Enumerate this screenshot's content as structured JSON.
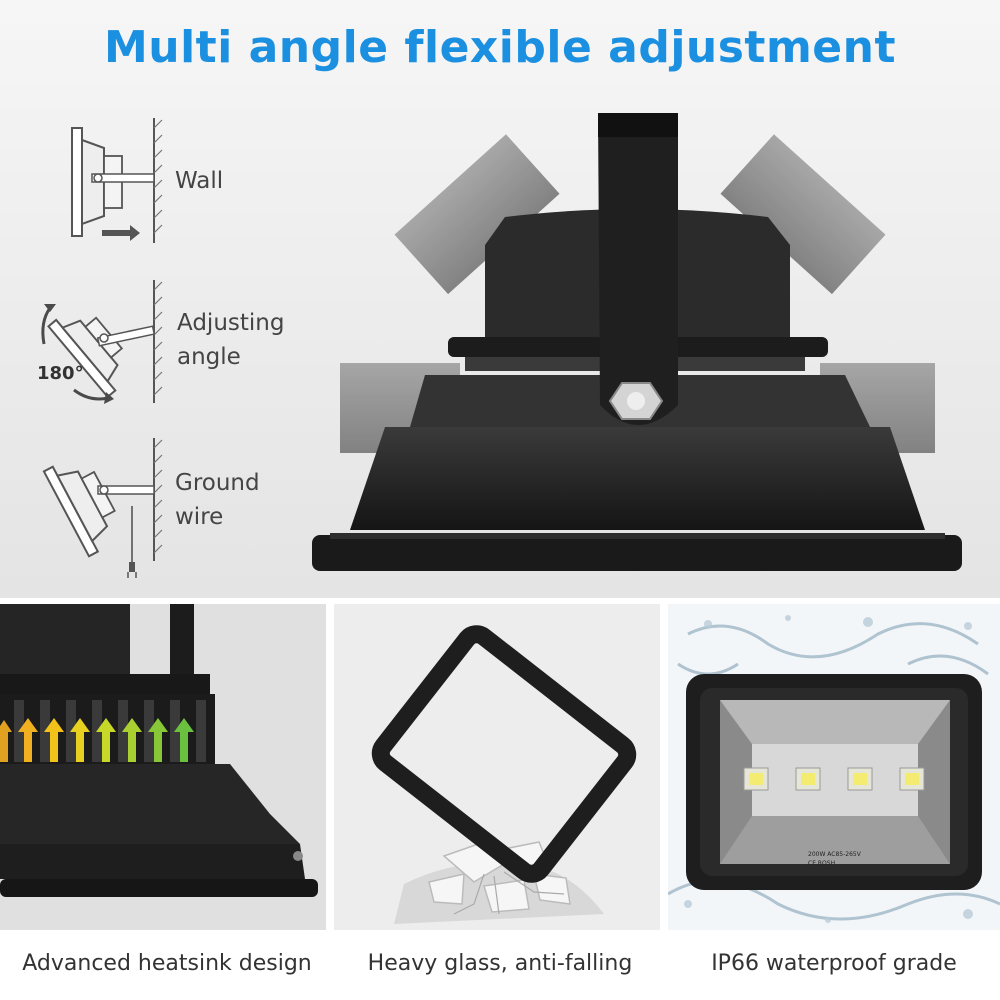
{
  "title": "Multi angle flexible adjustment",
  "modes": [
    {
      "line1": "Wall",
      "line2": ""
    },
    {
      "line1": "Adjusting",
      "line2": "angle"
    },
    {
      "line1": "Ground",
      "line2": "wire"
    }
  ],
  "angle_label": "180°",
  "features": [
    {
      "caption": "Advanced heatsink design"
    },
    {
      "caption": "Heavy glass, anti-falling"
    },
    {
      "caption": "IP66 waterproof grade"
    }
  ],
  "product_label": {
    "line1": "200W  AC85-265V",
    "line2": "CE  ROSH"
  },
  "colors": {
    "title": "#1b8fe0",
    "housing": "#262626",
    "caption": "#333333"
  }
}
